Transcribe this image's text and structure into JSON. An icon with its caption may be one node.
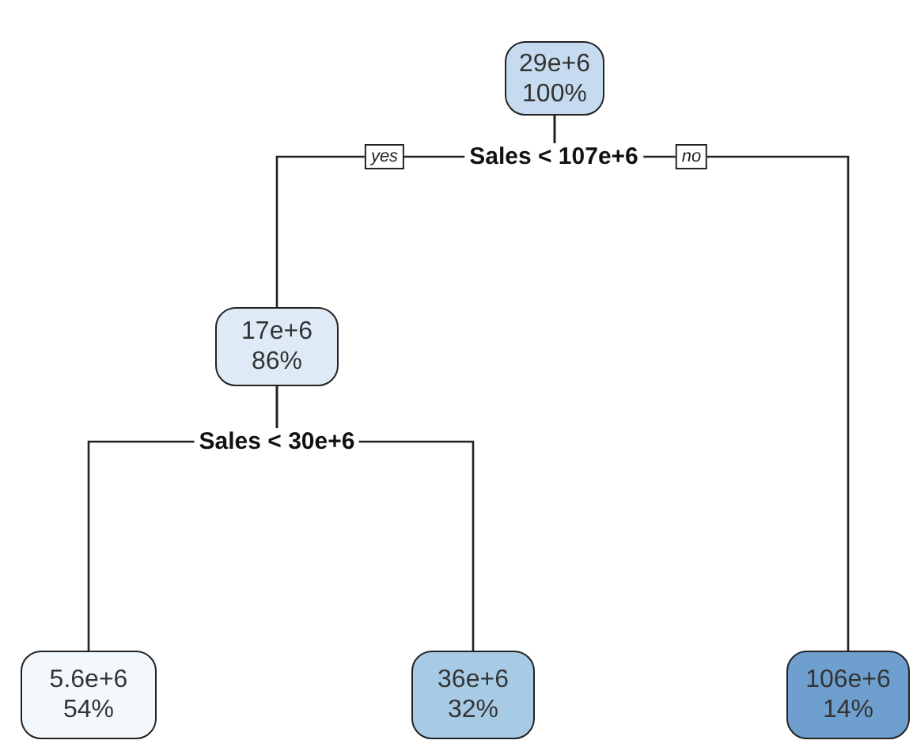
{
  "diagram": {
    "nodes": [
      {
        "text": [
          "29e+6",
          "100%"
        ]
      },
      {
        "text": [
          "17e+6",
          "86%"
        ]
      },
      {
        "text": [
          "5.6e+6",
          "54%"
        ]
      },
      {
        "text": [
          "36e+6",
          "32%"
        ]
      },
      {
        "text": [
          "106e+6",
          "14%"
        ]
      }
    ],
    "edges": [
      {
        "from": 0,
        "to": 1,
        "arrow": "none",
        "label": "yes"
      },
      {
        "from": 0,
        "to": 4,
        "arrow": "none",
        "label": "no"
      },
      {
        "from": 1,
        "to": 2,
        "arrow": "none"
      },
      {
        "from": 1,
        "to": 3,
        "arrow": "none"
      }
    ],
    "labels": [
      "Sales < 107e+6",
      "Sales < 30e+6"
    ]
  }
}
